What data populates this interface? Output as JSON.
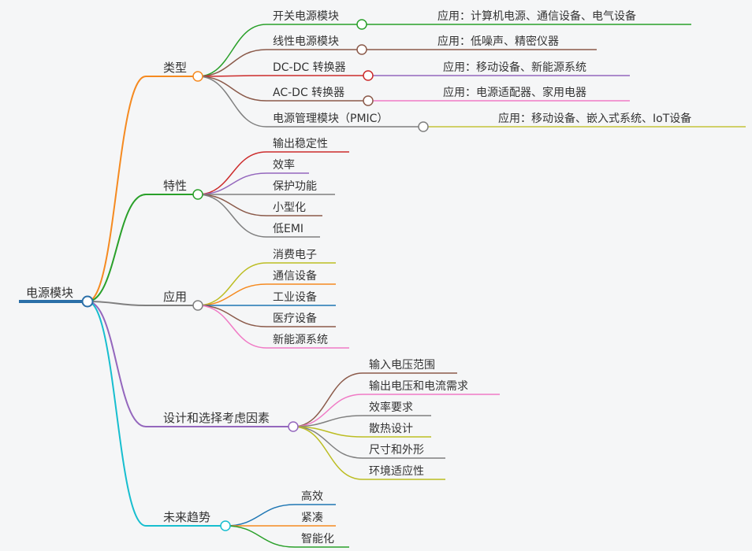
{
  "root": {
    "label": "电源模块"
  },
  "branches": [
    {
      "id": "types",
      "label": "类型",
      "color": "#f58a20",
      "children": [
        {
          "label": "开关电源模块",
          "color": "#2aa02a",
          "note": "应用：计算机电源、通信设备、电气设备"
        },
        {
          "label": "线性电源模块",
          "color": "#8b5a4a",
          "note": "应用：低噪声、精密仪器"
        },
        {
          "label": "DC-DC 转换器",
          "color": "#cc2b2b",
          "note": "应用：移动设备、新能源系统",
          "note_color": "#9467bd"
        },
        {
          "label": "AC-DC 转换器",
          "color": "#8b5a4a",
          "note": "应用：电源适配器、家用电器",
          "note_color": "#f07ac5"
        },
        {
          "label": "电源管理模块（PMIC）",
          "color": "#7f7f7f",
          "note": "应用：移动设备、嵌入式系统、IoT设备",
          "note_color": "#c4c43a"
        }
      ]
    },
    {
      "id": "features",
      "label": "特性",
      "color": "#2aa02a",
      "children": [
        {
          "label": "输出稳定性",
          "color": "#cc2b2b"
        },
        {
          "label": "效率",
          "color": "#9467bd"
        },
        {
          "label": "保护功能",
          "color": "#7f7f7f"
        },
        {
          "label": "小型化",
          "color": "#8b5a4a"
        },
        {
          "label": "低EMI",
          "color": "#7f7f7f"
        }
      ]
    },
    {
      "id": "applications",
      "label": "应用",
      "color": "#7f7f7f",
      "children": [
        {
          "label": "消费电子",
          "color": "#bcbd22"
        },
        {
          "label": "通信设备",
          "color": "#f58a20"
        },
        {
          "label": "工业设备",
          "color": "#1f77b4"
        },
        {
          "label": "医疗设备",
          "color": "#8b5a4a"
        },
        {
          "label": "新能源系统",
          "color": "#f07ac5"
        }
      ]
    },
    {
      "id": "design",
      "label": "设计和选择考虑因素",
      "color": "#9467bd",
      "children": [
        {
          "label": "输入电压范围",
          "color": "#8b5a4a"
        },
        {
          "label": "输出电压和电流需求",
          "color": "#f07ac5"
        },
        {
          "label": "效率要求",
          "color": "#7f7f7f"
        },
        {
          "label": "散热设计",
          "color": "#bcbd22"
        },
        {
          "label": "尺寸和外形",
          "color": "#7f7f7f"
        },
        {
          "label": "环境适应性",
          "color": "#bcbd22"
        }
      ]
    },
    {
      "id": "trends",
      "label": "未来趋势",
      "color": "#17becf",
      "children": [
        {
          "label": "高效",
          "color": "#1f77b4"
        },
        {
          "label": "紧凑",
          "color": "#f58a20"
        },
        {
          "label": "智能化",
          "color": "#2aa02a"
        }
      ]
    }
  ]
}
